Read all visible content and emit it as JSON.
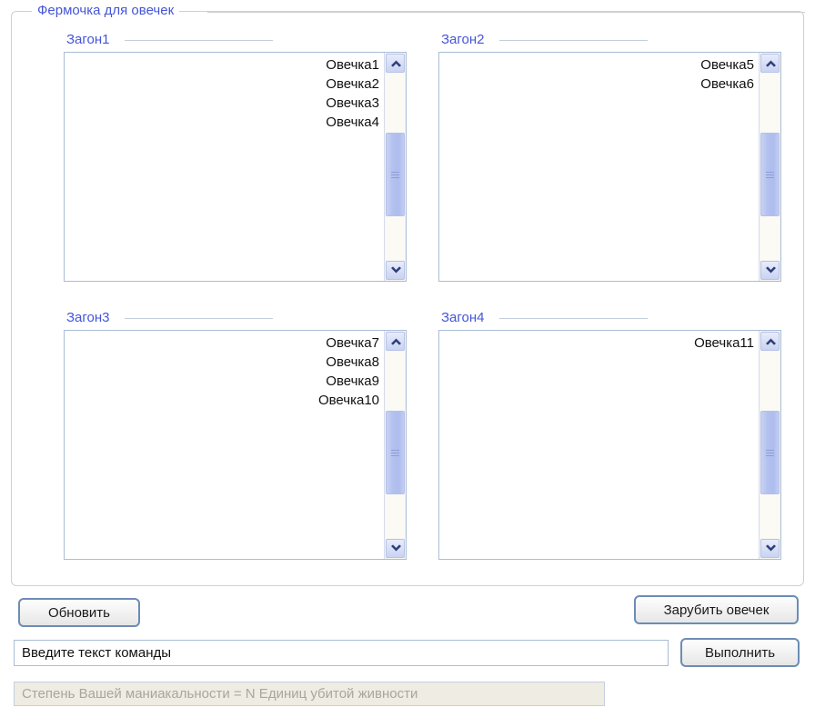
{
  "farm": {
    "legend": "Фермочка для овечек",
    "pens": [
      {
        "title": "Загон1",
        "sheep": [
          "Овечка1",
          "Овечка2",
          "Овечка3",
          "Овечка4"
        ]
      },
      {
        "title": "Загон2",
        "sheep": [
          "Овечка5",
          "Овечка6"
        ]
      },
      {
        "title": "Загон3",
        "sheep": [
          "Овечка7",
          "Овечка8",
          "Овечка9",
          "Овечка10"
        ]
      },
      {
        "title": "Загон4",
        "sheep": [
          "Овечка11"
        ]
      }
    ]
  },
  "controls": {
    "refresh_label": "Обновить",
    "kill_label": "Зарубить овечек",
    "execute_label": "Выполнить",
    "command_value": "Введите текст команды",
    "status_text": "Степень Вашей маниакальности = N Единиц убитой живности"
  },
  "icons": {
    "scroll_up": "chevron-up-icon",
    "scroll_down": "chevron-down-icon",
    "scroll_grip": "grip-lines-icon"
  },
  "colors": {
    "legend_blue": "#4455d8",
    "frame_border": "#cfcfcf",
    "listbox_border": "#a9bdd6",
    "button_border": "#6b8cb5",
    "scroll_thumb": "#aebdee",
    "status_bg": "#efece3",
    "status_text": "#a9a69d"
  }
}
